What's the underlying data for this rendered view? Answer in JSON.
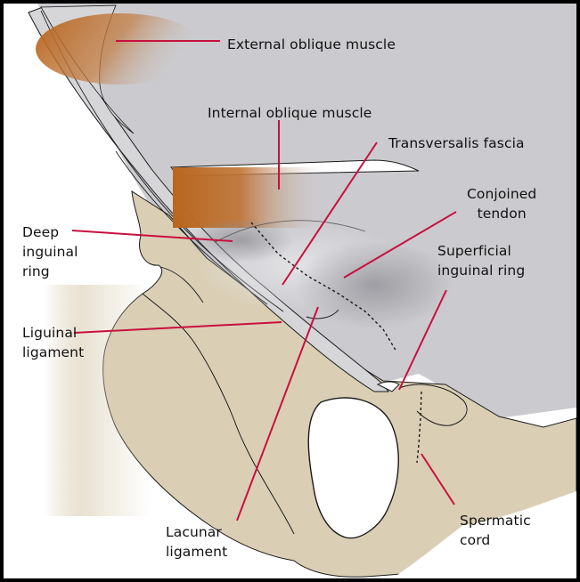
{
  "colors": {
    "body_gray": "#cbcbcf",
    "bone": "#dacfb5",
    "muscle": "#b9661f",
    "fascia": "#d6d6d9",
    "leader_line": "#c8103e",
    "outline": "#1a1a1a"
  },
  "labels": {
    "external_oblique": "External oblique muscle",
    "internal_oblique": "Internal oblique muscle",
    "transversalis_fascia": "Transversalis fascia",
    "conjoined_tendon": "Conjoined\ntendon",
    "deep_inguinal_ring": "Deep\ninguinal\nring",
    "superficial_inguinal_ring": "Superficial\ninguinal ring",
    "liguinal_ligament": "Liguinal\nligament",
    "lacunar_ligament": "Lacunar\nligament",
    "spermatic_cord": "Spermatic\ncord"
  }
}
